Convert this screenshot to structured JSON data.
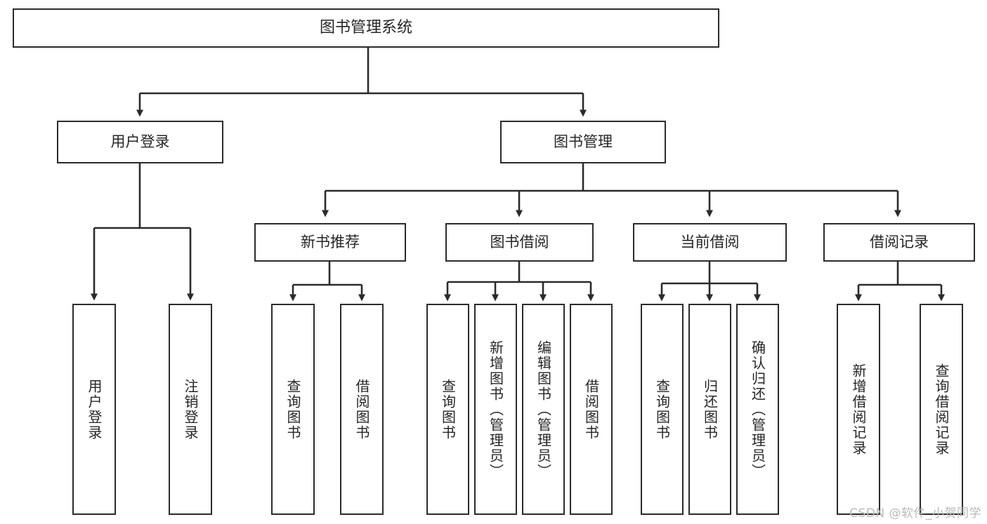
{
  "diagram": {
    "type": "tree",
    "title": "图书管理系统",
    "watermark": "CSDN @软件_小贺同学",
    "colors": {
      "box_border": "#2b2b2b",
      "box_fill": "#ffffff",
      "connector": "#2b2b2b",
      "text": "#262626",
      "watermark": "#b9b9b9",
      "background": "#ffffff"
    },
    "levels": {
      "root": "图书管理系统",
      "level2": [
        "用户登录",
        "图书管理"
      ],
      "level3": [
        "新书推荐",
        "图书借阅",
        "当前借阅",
        "借阅记录"
      ]
    },
    "nodes": {
      "root": {
        "label": "图书管理系统"
      },
      "user_login": {
        "label": "用户登录"
      },
      "book_manage": {
        "label": "图书管理"
      },
      "new_book_rec": {
        "label": "新书推荐"
      },
      "book_borrow": {
        "label": "图书借阅"
      },
      "current_borrow": {
        "label": "当前借阅"
      },
      "borrow_record": {
        "label": "借阅记录"
      }
    },
    "leaves": {
      "user_login": [
        {
          "label": "用户登录"
        },
        {
          "label": "注销登录"
        }
      ],
      "new_book_rec": [
        {
          "label": "查询图书"
        },
        {
          "label": "借阅图书"
        }
      ],
      "book_borrow": [
        {
          "label": "查询图书"
        },
        {
          "label": "新增图书（管理员）"
        },
        {
          "label": "编辑图书（管理员）"
        },
        {
          "label": "借阅图书"
        }
      ],
      "current_borrow": [
        {
          "label": "查询图书"
        },
        {
          "label": "归还图书"
        },
        {
          "label": "确认归还（管理员）"
        }
      ],
      "borrow_record": [
        {
          "label": "新增借阅记录"
        },
        {
          "label": "查询借阅记录"
        }
      ]
    }
  }
}
